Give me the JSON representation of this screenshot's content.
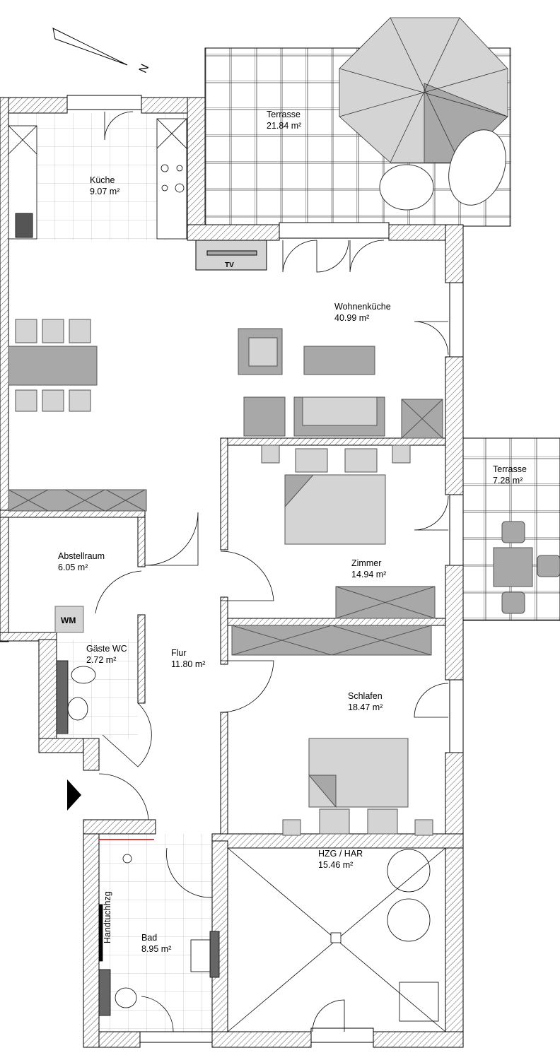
{
  "compass": {
    "north_label": "N"
  },
  "rooms": {
    "terrasse_main": {
      "name": "Terrasse",
      "area": "21.84 m²"
    },
    "kueche": {
      "name": "Küche",
      "area": "9.07 m²"
    },
    "wohnkueche": {
      "name": "Wohnenküche",
      "area": "40.99 m²"
    },
    "terrasse_small": {
      "name": "Terrasse",
      "area": "7.28 m²"
    },
    "zimmer": {
      "name": "Zimmer",
      "area": "14.94 m²"
    },
    "abstellraum": {
      "name": "Abstellraum",
      "area": "6.05 m²"
    },
    "gaeste_wc": {
      "name": "Gäste WC",
      "area": "2.72 m²"
    },
    "flur": {
      "name": "Flur",
      "area": "11.80 m²"
    },
    "schlafen": {
      "name": "Schlafen",
      "area": "18.47 m²"
    },
    "hzg_har": {
      "name": "HZG / HAR",
      "area": "15.46 m²"
    },
    "bad": {
      "name": "Bad",
      "area": "8.95 m²"
    }
  },
  "fixtures": {
    "tv": "TV",
    "wm": "WM",
    "towel_heater": "Handtuchhzg"
  },
  "colors": {
    "furniture": "#d4d4d4",
    "furniture_dark": "#a8a8a8",
    "wall_line": "#000000"
  }
}
